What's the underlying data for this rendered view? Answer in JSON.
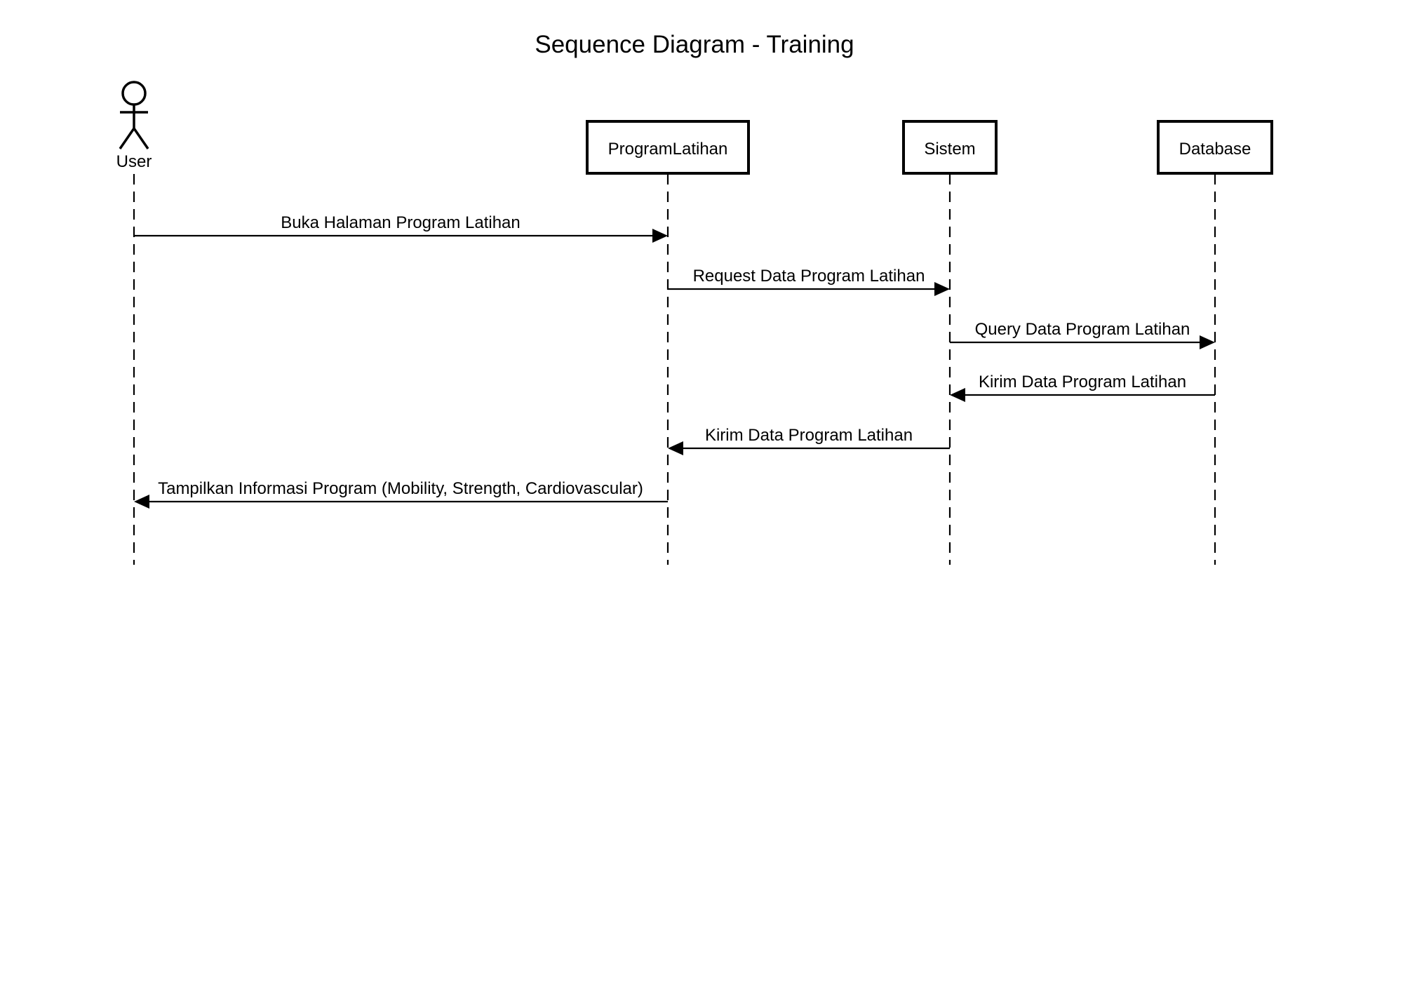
{
  "diagram": {
    "title": "Sequence Diagram - Training",
    "participants": [
      {
        "id": "user",
        "label": "User",
        "kind": "actor"
      },
      {
        "id": "programlatihan",
        "label": "ProgramLatihan",
        "kind": "box"
      },
      {
        "id": "sistem",
        "label": "Sistem",
        "kind": "box"
      },
      {
        "id": "database",
        "label": "Database",
        "kind": "box"
      }
    ],
    "messages": [
      {
        "from": "user",
        "to": "programlatihan",
        "label": "Buka Halaman Program Latihan"
      },
      {
        "from": "programlatihan",
        "to": "sistem",
        "label": "Request Data Program Latihan"
      },
      {
        "from": "sistem",
        "to": "database",
        "label": "Query Data Program Latihan"
      },
      {
        "from": "database",
        "to": "sistem",
        "label": "Kirim Data Program Latihan"
      },
      {
        "from": "sistem",
        "to": "programlatihan",
        "label": "Kirim Data Program Latihan"
      },
      {
        "from": "programlatihan",
        "to": "user",
        "label": "Tampilkan Informasi Program (Mobility, Strength, Cardiovascular)"
      }
    ]
  }
}
